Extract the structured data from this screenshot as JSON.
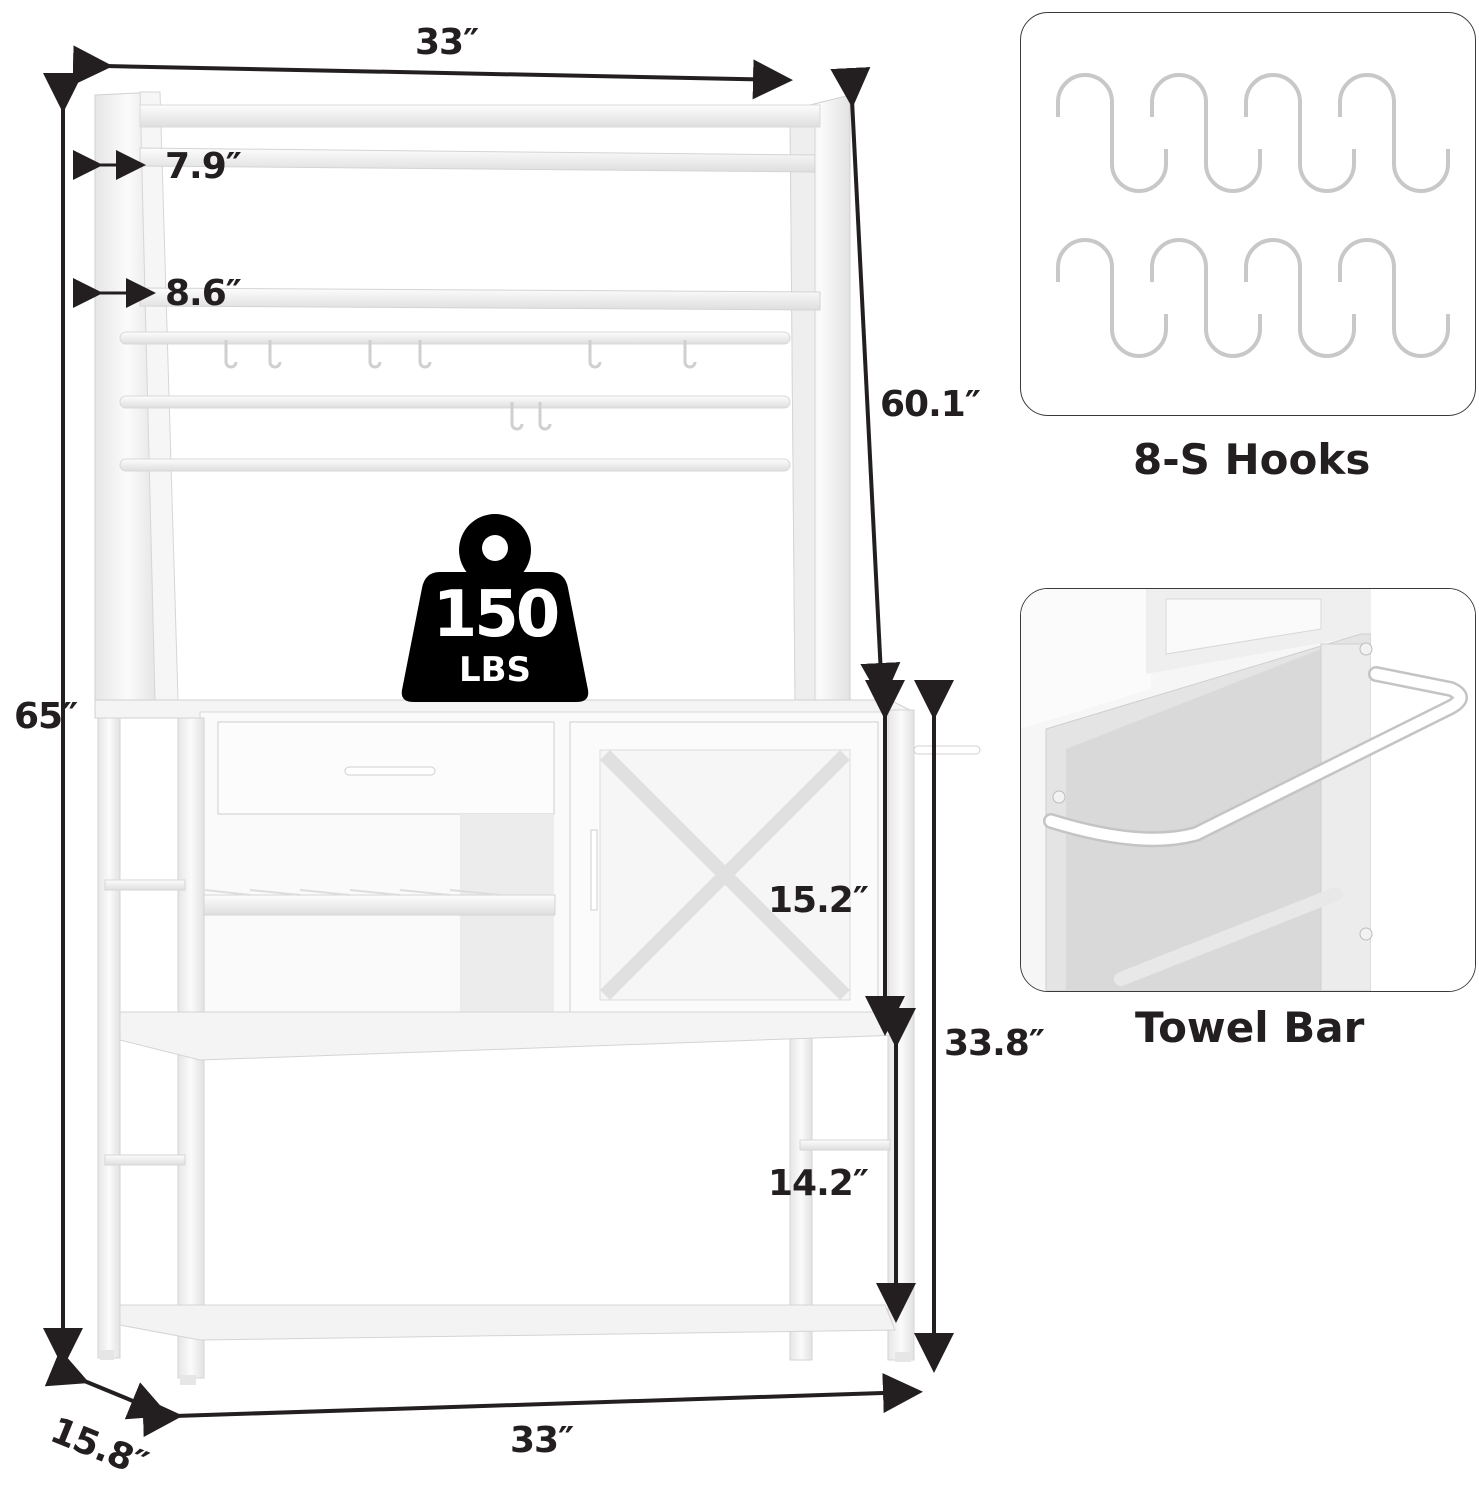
{
  "product": {
    "type": "bakers-rack-with-cabinet",
    "color": "#f4f4f4"
  },
  "dimensions": {
    "top_width": "33″",
    "shelf_depth_top": "7.9″",
    "shelf_depth_second": "8.6″",
    "upper_hutch_height": "60.1″",
    "total_height": "65″",
    "cabinet_height": "15.2″",
    "counter_height": "33.8″",
    "bottom_clearance": "14.2″",
    "base_depth": "15.8″",
    "base_width": "33″"
  },
  "weight_badge": {
    "value": "150",
    "unit": "LBS",
    "color": "#000000"
  },
  "feature_panels": [
    {
      "caption": "8-S Hooks",
      "hook_count": 8
    },
    {
      "caption": "Towel Bar"
    }
  ],
  "colors": {
    "dimension_line": "#231f20",
    "frame": "#f2f2f2",
    "frame_shade": "#dcdcdc",
    "panel_border": "#3a3a3a"
  }
}
